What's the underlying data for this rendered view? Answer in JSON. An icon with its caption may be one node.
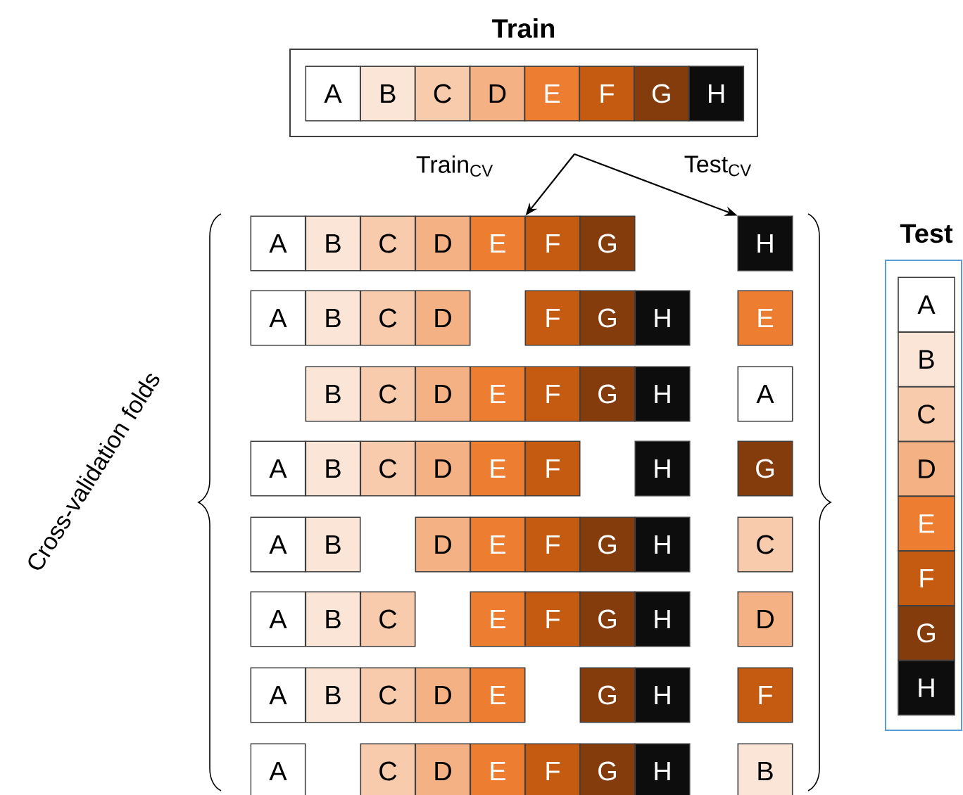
{
  "diagram": {
    "nodes": [
      {
        "text": [
          "Train"
        ]
      },
      {
        "text": [
          "A"
        ],
        "in": 0
      },
      {
        "text": [
          "B"
        ],
        "in": 0
      },
      {
        "text": [
          "C"
        ],
        "in": 0
      },
      {
        "text": [
          "D"
        ],
        "in": 0
      },
      {
        "text": [
          "E"
        ],
        "in": 0
      },
      {
        "text": [
          "F"
        ],
        "in": 0
      },
      {
        "text": [
          "G"
        ],
        "in": 0
      },
      {
        "text": [
          "H"
        ],
        "in": 0
      },
      {
        "text": [
          "A"
        ]
      },
      {
        "text": [
          "B"
        ]
      },
      {
        "text": [
          "C"
        ]
      },
      {
        "text": [
          "D"
        ]
      },
      {
        "text": [
          "E"
        ]
      },
      {
        "text": [
          "F"
        ]
      },
      {
        "text": [
          "G"
        ]
      },
      {
        "text": [
          "H"
        ]
      },
      {
        "text": [
          "A"
        ]
      },
      {
        "text": [
          "B"
        ]
      },
      {
        "text": [
          "C"
        ]
      },
      {
        "text": [
          "D"
        ]
      },
      {
        "text": [
          "F"
        ]
      },
      {
        "text": [
          "G"
        ]
      },
      {
        "text": [
          "H"
        ]
      },
      {
        "text": [
          "E"
        ]
      },
      {
        "text": [
          "B"
        ]
      },
      {
        "text": [
          "C"
        ]
      },
      {
        "text": [
          "D"
        ]
      },
      {
        "text": [
          "E"
        ]
      },
      {
        "text": [
          "F"
        ]
      },
      {
        "text": [
          "G"
        ]
      },
      {
        "text": [
          "H"
        ]
      },
      {
        "text": [
          "A"
        ]
      },
      {
        "text": [
          "A"
        ]
      },
      {
        "text": [
          "B"
        ]
      },
      {
        "text": [
          "C"
        ]
      },
      {
        "text": [
          "D"
        ]
      },
      {
        "text": [
          "E"
        ]
      },
      {
        "text": [
          "F"
        ]
      },
      {
        "text": [
          "H"
        ]
      },
      {
        "text": [
          "G"
        ]
      },
      {
        "text": [
          "A"
        ]
      },
      {
        "text": [
          "B"
        ]
      },
      {
        "text": [
          "D"
        ]
      },
      {
        "text": [
          "E"
        ]
      },
      {
        "text": [
          "F"
        ]
      },
      {
        "text": [
          "G"
        ]
      },
      {
        "text": [
          "H"
        ]
      },
      {
        "text": [
          "C"
        ]
      },
      {
        "text": [
          "A"
        ]
      },
      {
        "text": [
          "B"
        ]
      },
      {
        "text": [
          "C"
        ]
      },
      {
        "text": [
          "E"
        ]
      },
      {
        "text": [
          "F"
        ]
      },
      {
        "text": [
          "G"
        ]
      },
      {
        "text": [
          "H"
        ]
      },
      {
        "text": [
          "D"
        ]
      },
      {
        "text": [
          "A"
        ]
      },
      {
        "text": [
          "B"
        ]
      },
      {
        "text": [
          "C"
        ]
      },
      {
        "text": [
          "D"
        ]
      },
      {
        "text": [
          "E"
        ]
      },
      {
        "text": [
          "G"
        ]
      },
      {
        "text": [
          "H"
        ]
      },
      {
        "text": [
          "F"
        ]
      },
      {
        "text": [
          "A"
        ]
      },
      {
        "text": [
          "C"
        ]
      },
      {
        "text": [
          "D"
        ]
      },
      {
        "text": [
          "E"
        ]
      },
      {
        "text": [
          "F"
        ]
      },
      {
        "text": [
          "G"
        ]
      },
      {
        "text": [
          "H"
        ]
      },
      {
        "text": [
          "B"
        ]
      },
      {
        "text": [
          "Test"
        ]
      },
      {
        "text": [
          "A"
        ],
        "in": 73
      },
      {
        "text": [
          "B"
        ],
        "in": 73
      },
      {
        "text": [
          "C"
        ],
        "in": 73
      },
      {
        "text": [
          "D"
        ],
        "in": 73
      },
      {
        "text": [
          "E"
        ],
        "in": 73
      },
      {
        "text": [
          "F"
        ],
        "in": 73
      },
      {
        "text": [
          "G"
        ],
        "in": 73
      },
      {
        "text": [
          "H"
        ],
        "in": 73
      }
    ],
    "edges": [
      {
        "from": 0,
        "to": 13,
        "arrow": "to",
        "label": "Train$_{CV}$"
      },
      {
        "from": 0,
        "to": 16,
        "arrow": "to",
        "label": "Test$_{CV}$"
      }
    ],
    "labels": [
      "Cross-validation folds"
    ]
  }
}
